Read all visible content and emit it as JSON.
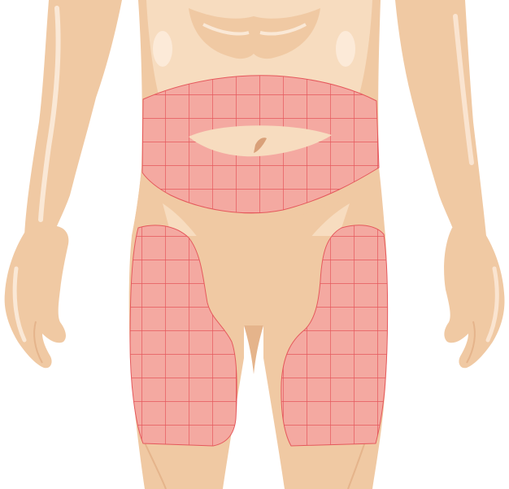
{
  "illustration": {
    "subject": "injection-site-zones",
    "zones": [
      "abdomen",
      "left-thigh",
      "right-thigh"
    ]
  },
  "colors": {
    "background": "#ffffff",
    "skin_light": "#f7dcbf",
    "skin_mid": "#f0c9a3",
    "skin_shadow": "#e5b48b",
    "skin_dark": "#d9a079",
    "highlight": "#fdf0e2",
    "zone_fill": "#f4a9a1",
    "zone_grid": "#e5585c"
  }
}
